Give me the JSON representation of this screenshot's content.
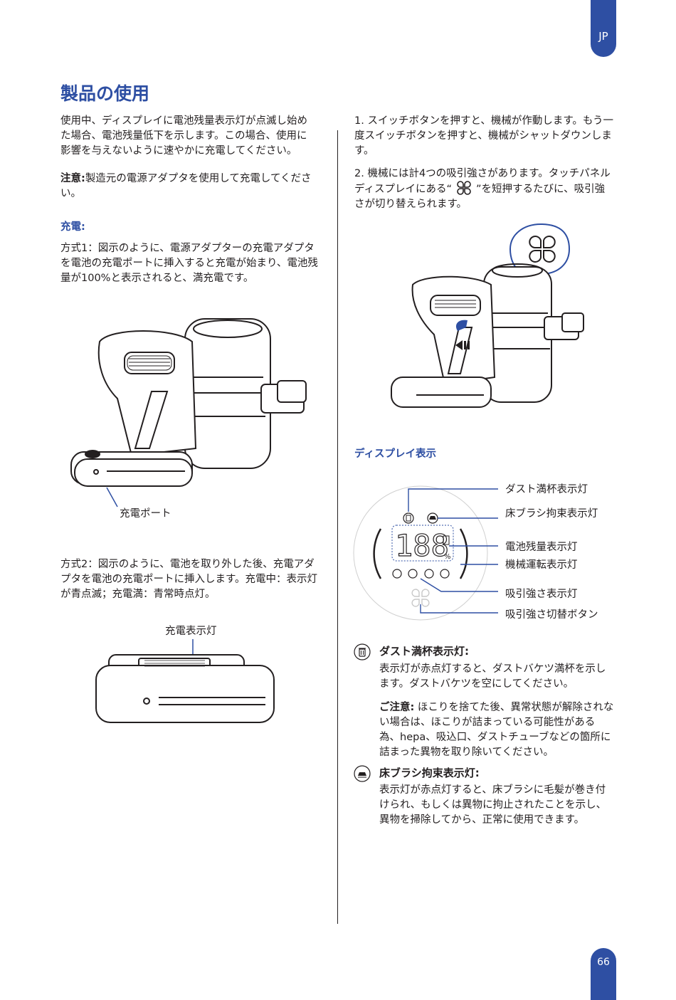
{
  "header": {
    "language_tab": "JP",
    "page_number": "66"
  },
  "title": "製品の使用",
  "left": {
    "intro": "使用中、ディスプレイに電池残量表示灯が点滅し始めた場合、電池残量低下を示します。この場合、使用に影響を与えないように速やかに充電してください。",
    "note_label": "注意:",
    "note_text": "製造元の電源アダプタを使用して充電してください。",
    "charging_heading": "充電:",
    "method1": "方式1：図示のように、電源アダプターの充電アダプタを電池の充電ポートに挿入すると充電が始まり、電池残量が100%と表示されると、満充電です。",
    "charge_port_label": "充電ポート",
    "method2": "方式2：図示のように、電池を取り外した後、充電アダプタを電池の充電ポートに挿入します。充電中：表示灯が青点滅；充電満：青常時点灯。",
    "charge_indicator_label": "充電表示灯"
  },
  "right": {
    "step1": "1. スイッチボタンを押すと、機械が作動します。もう一度スイッチボタンを押すと、機械がシャットダウンします。",
    "step2_a": "2. 機械には計4つの吸引強さがあります。タッチパネルディスプレイにある“",
    "step2_b": "”を短押するたびに、吸引強さが切り替えられます。",
    "display_heading": "ディスプレイ表示",
    "display_digits": "188",
    "display_percent": "%",
    "callouts": {
      "dust_full": "ダスト満杯表示灯",
      "brush_block": "床ブラシ拘束表示灯",
      "battery": "電池残量表示灯",
      "running": "機械運転表示灯",
      "suction_level": "吸引強さ表示灯",
      "suction_button": "吸引強さ切替ボタン"
    },
    "dust": {
      "title": "ダスト満杯表示灯:",
      "text": "表示灯が赤点灯すると、ダストバケツ満杯を示します。ダストバケツを空にしてください。",
      "note_label": "ご注意:",
      "note_text": "ほこりを捨てた後、異常状態が解除されない場合は、ほこりが詰まっている可能性がある為、hepa、吸込口、ダストチューブなどの箇所に詰まった異物を取り除いてください。"
    },
    "brush": {
      "title": "床ブラシ拘束表示灯:",
      "text": "表示灯が赤点灯すると、床ブラシに毛髪が巻き付けられ、もしくは異物に拘止されたことを示し、異物を掃除してから、正常に使用できます。"
    }
  },
  "colors": {
    "accent": "#2e4fa3",
    "text": "#231f20"
  }
}
